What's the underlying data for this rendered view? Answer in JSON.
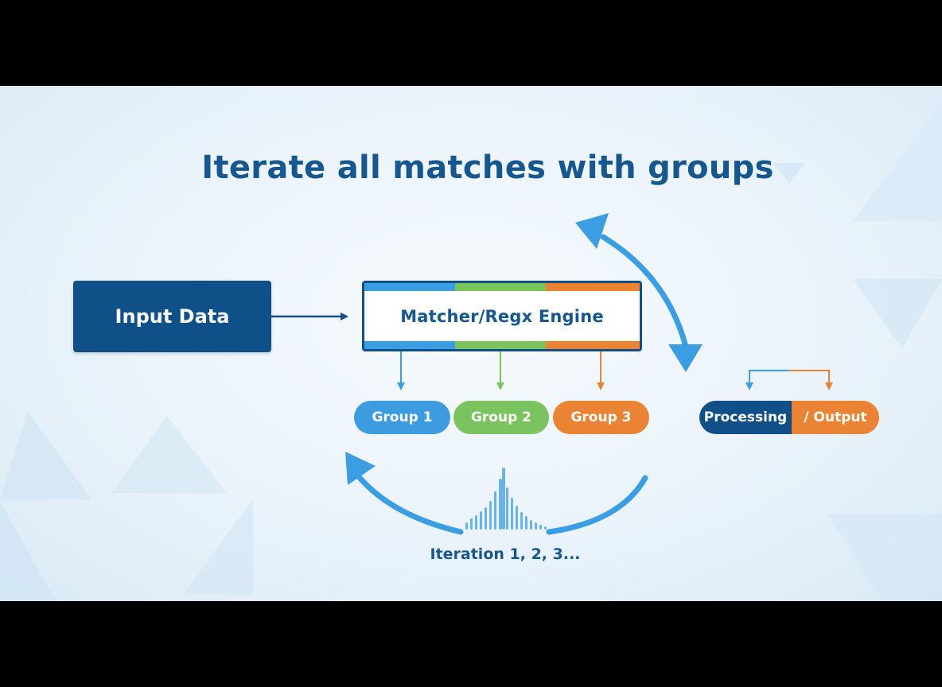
{
  "title": "Iterate all matches with groups",
  "input": {
    "label": "Input Data"
  },
  "engine": {
    "label": "Matcher/Regx Engine"
  },
  "groups": [
    {
      "label": "Group 1",
      "color": "#3d9be0"
    },
    {
      "label": "Group 2",
      "color": "#7ac35e"
    },
    {
      "label": "Group 3",
      "color": "#ea8334"
    }
  ],
  "processing": {
    "left": "Processing",
    "right": "/ Output",
    "left_color": "#114f88",
    "right_color": "#ea8334"
  },
  "iteration": {
    "label": "Iteration 1, 2, 3..."
  },
  "colors": {
    "primary": "#0f5089",
    "accent_blue": "#3b9de2",
    "title": "#17578f"
  },
  "icons": [
    "cycle-arrow-icon",
    "waveform-icon",
    "arrow-right-icon"
  ]
}
